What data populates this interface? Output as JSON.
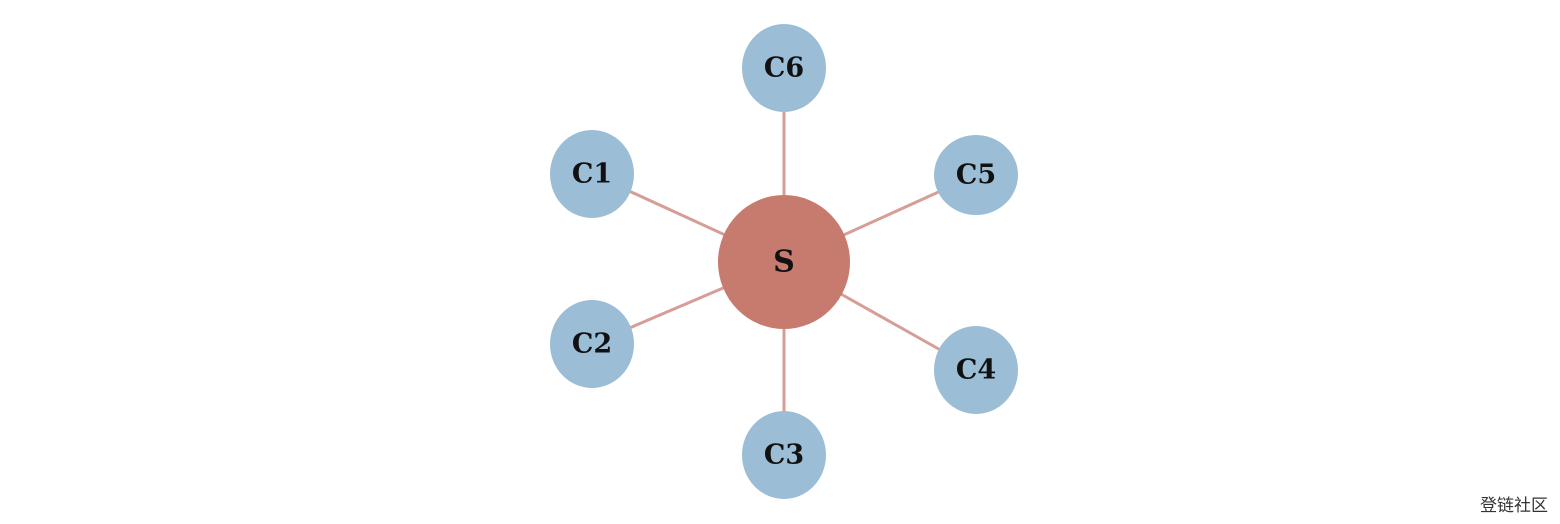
{
  "diagram": {
    "center": {
      "label": "S",
      "color": "#c77b6e"
    },
    "clients": [
      {
        "label": "C1"
      },
      {
        "label": "C2"
      },
      {
        "label": "C3"
      },
      {
        "label": "C4"
      },
      {
        "label": "C5"
      },
      {
        "label": "C6"
      }
    ],
    "client_color": "#9bbdd6",
    "edge_color": "#d69e97",
    "edges": [
      [
        "S",
        "C1"
      ],
      [
        "S",
        "C2"
      ],
      [
        "S",
        "C3"
      ],
      [
        "S",
        "C4"
      ],
      [
        "S",
        "C5"
      ],
      [
        "S",
        "C6"
      ]
    ]
  },
  "watermark": "登链社区"
}
